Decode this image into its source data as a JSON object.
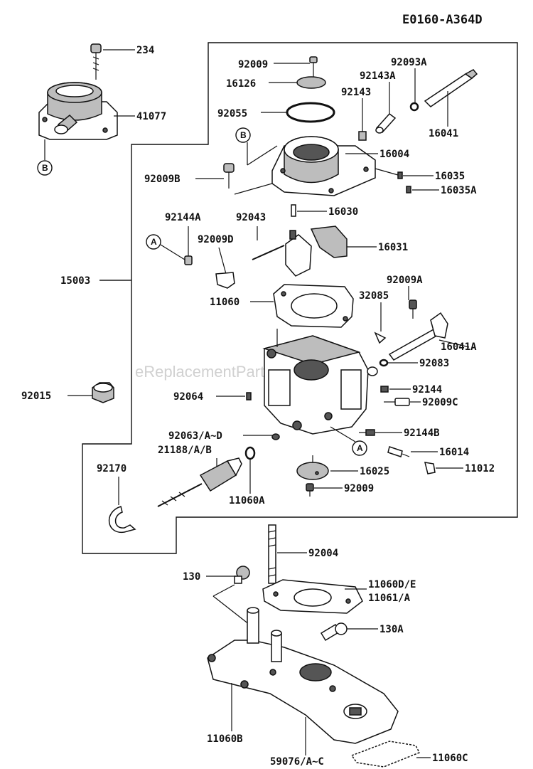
{
  "diagram_code": "E0160-A364D",
  "watermark": "eReplacementParts.com",
  "ref_markers": {
    "a": "A",
    "b": "B"
  },
  "labels": {
    "p234": "234",
    "p41077": "41077",
    "p92009": "92009",
    "p16126": "16126",
    "p92055": "92055",
    "p92093a": "92093A",
    "p92143a": "92143A",
    "p92143": "92143",
    "p16041": "16041",
    "p16004": "16004",
    "p92009b": "92009B",
    "p16035": "16035",
    "p16035a": "16035A",
    "p16030": "16030",
    "p92144a": "92144A",
    "p92043": "92043",
    "p92009d": "92009D",
    "p16031": "16031",
    "p15003": "15003",
    "p11060": "11060",
    "p92009a": "92009A",
    "p32085": "32085",
    "p16041a": "16041A",
    "p92083": "92083",
    "p92015": "92015",
    "p92064": "92064",
    "p92144": "92144",
    "p92009c": "92009C",
    "p92063": "92063/A~D",
    "p92144b": "92144B",
    "p21188": "21188/A/B",
    "p16014": "16014",
    "p92170": "92170",
    "p16025": "16025",
    "p11012": "11012",
    "p11060a": "11060A",
    "p92009e": "92009",
    "p92004": "92004",
    "p130": "130",
    "p11060de": "11060D/E",
    "p11061a": "11061/A",
    "p130a": "130A",
    "p11060b": "11060B",
    "p59076": "59076/A~C",
    "p11060c": "11060C"
  }
}
